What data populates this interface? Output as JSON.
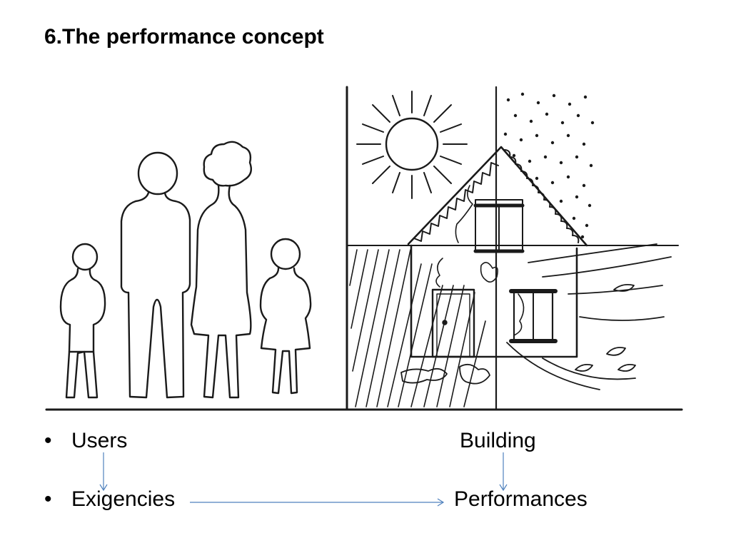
{
  "title": "6.The performance concept",
  "bullets": {
    "marker": "•",
    "row1": {
      "left": "Users",
      "right": "Building"
    },
    "row2": {
      "left": "Exigencies",
      "right": "Performances"
    }
  },
  "colors": {
    "arrow": "#4f81bd",
    "ink": "#1a1a1a"
  }
}
